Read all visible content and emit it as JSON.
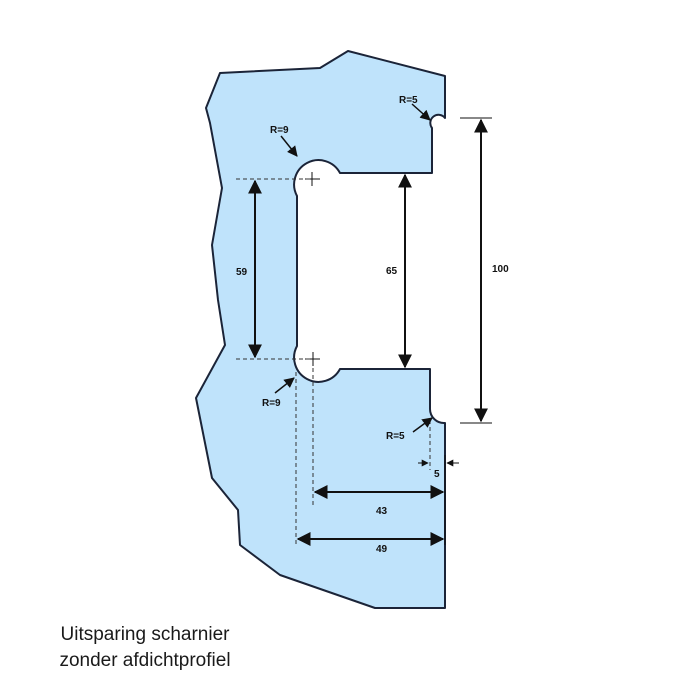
{
  "caption": {
    "line1": "Uitsparing scharnier",
    "line2": "zonder afdichtprofiel"
  },
  "dimensions": {
    "radius_top_right": "R=5",
    "radius_top_left": "R=9",
    "radius_bottom_left": "R=9",
    "radius_bottom_right": "R=5",
    "hole_spacing": "59",
    "opening": "65",
    "total_height": "100",
    "notch_depth": "5",
    "hole_offset": "43",
    "recess_depth": "49"
  },
  "colors": {
    "glass_fill": "#bfe3fb",
    "outline": "#1b2438",
    "dimension_line": "#111111"
  }
}
